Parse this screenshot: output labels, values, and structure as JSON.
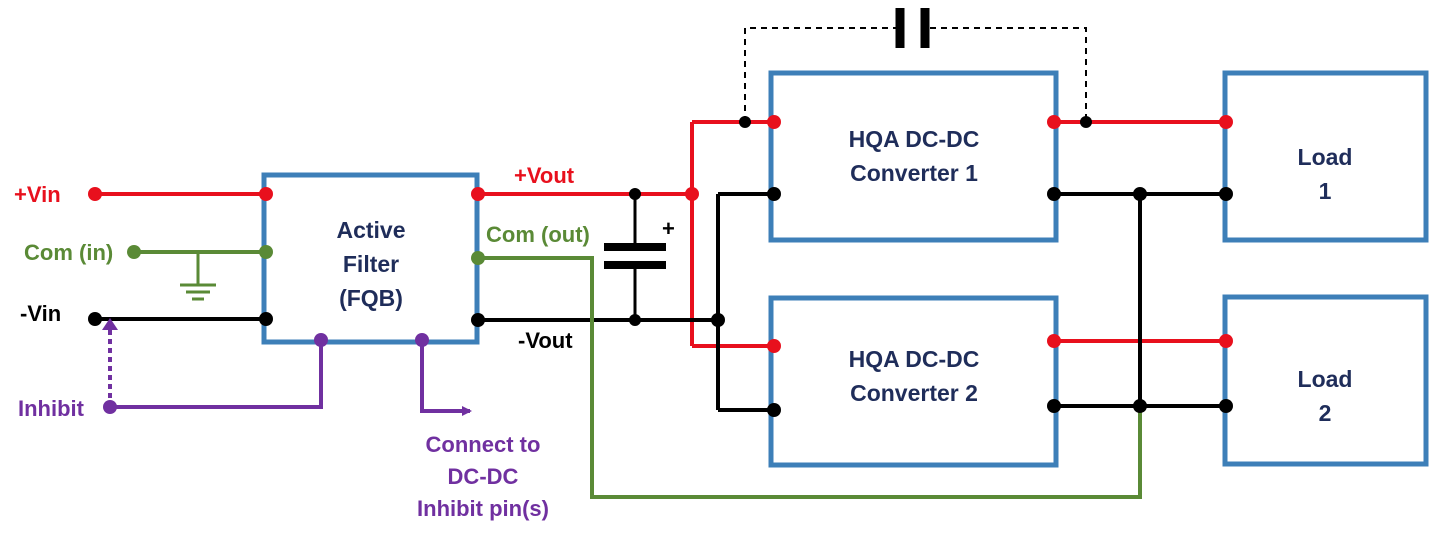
{
  "colors": {
    "red": "#e8101d",
    "green": "#5a8a36",
    "black": "#000000",
    "purple": "#7030a0",
    "box_border": "#3d7fb8",
    "box_text": "#1f2d5a"
  },
  "labels": {
    "vin_pos": "+Vin",
    "com_in": "Com (in)",
    "vin_neg": "-Vin",
    "inhibit": "Inhibit",
    "vout_pos": "+Vout",
    "com_out": "Com (out)",
    "vout_neg": "-Vout",
    "cap_plus": "+",
    "connect_line1": "Connect to",
    "connect_line2": "DC-DC",
    "connect_line3": "Inhibit pin(s)"
  },
  "blocks": {
    "filter": {
      "line1": "Active",
      "line2": "Filter",
      "line3": "(FQB)"
    },
    "converter1": {
      "line1": "HQA DC-DC",
      "line2": "Converter 1"
    },
    "converter2": {
      "line1": "HQA DC-DC",
      "line2": "Converter 2"
    },
    "load1": {
      "line1": "Load",
      "line2": "1"
    },
    "load2": {
      "line1": "Load",
      "line2": "2"
    }
  }
}
